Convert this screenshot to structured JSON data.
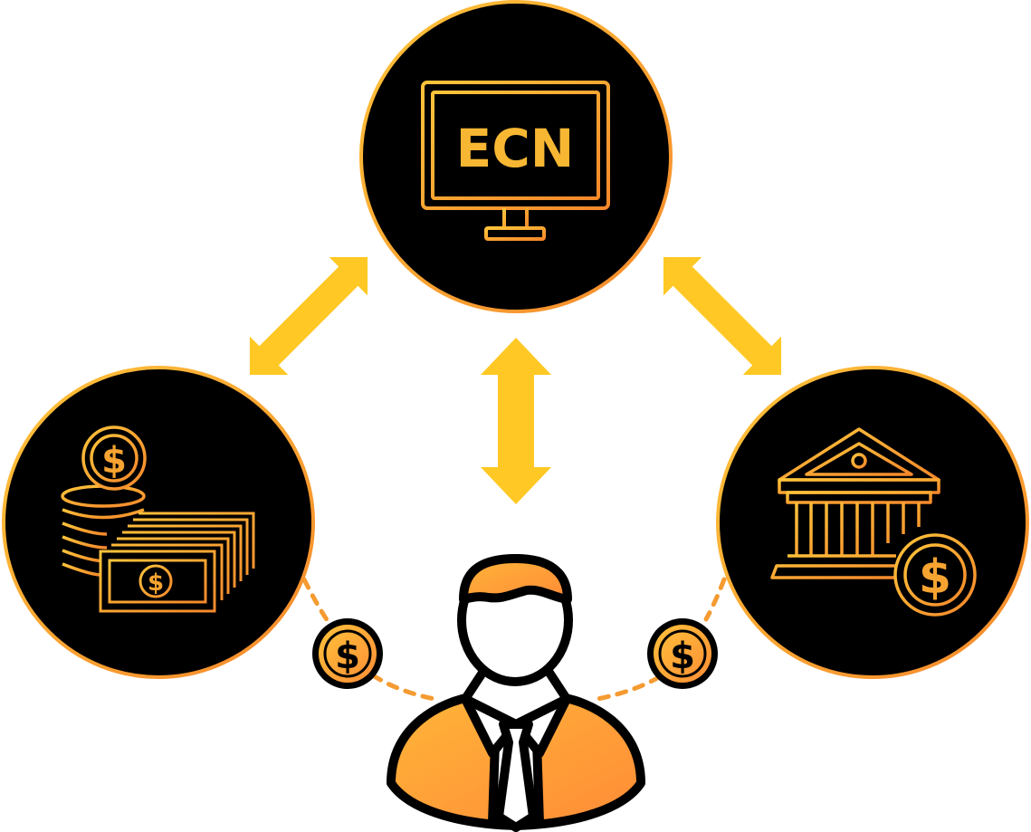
{
  "nodes": {
    "ecn": {
      "label": "ECN"
    },
    "liquidity": {
      "label": ""
    },
    "bank": {
      "label": ""
    },
    "trader": {
      "label": ""
    }
  },
  "coins": {
    "symbol": "$"
  },
  "colors": {
    "circle_fill": "#000000",
    "circle_border": "#f58a2b",
    "icon_stroke_light": "#ffc43a",
    "icon_stroke_dark": "#f5882b",
    "arrow": "#ffc824",
    "person_orange_light": "#ffb538",
    "person_orange_dark": "#ff8b37",
    "outline": "#000000"
  },
  "edges": [
    {
      "from": "liquidity",
      "to": "ecn",
      "type": "bidirectional-arrow"
    },
    {
      "from": "trader",
      "to": "ecn",
      "type": "bidirectional-arrow"
    },
    {
      "from": "bank",
      "to": "ecn",
      "type": "bidirectional-arrow"
    },
    {
      "from": "liquidity",
      "to": "trader",
      "type": "dashed-coin-link"
    },
    {
      "from": "bank",
      "to": "trader",
      "type": "dashed-coin-link"
    }
  ]
}
